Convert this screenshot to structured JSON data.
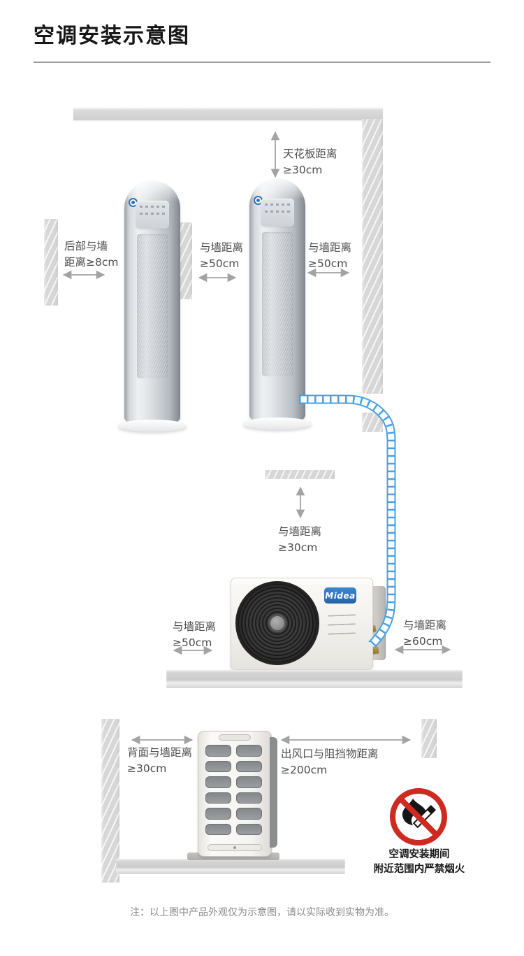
{
  "header": {
    "title": "空调安装示意图"
  },
  "diagram": {
    "brand_logo": "Midea",
    "indoor_section": {
      "ceiling_clearance": {
        "line1": "天花板距离",
        "line2": "≥30cm"
      },
      "rear_wall_clearance": {
        "line1": "后部与墙",
        "line2": "距离≥8cm"
      },
      "left_unit_clearance": {
        "line1": "与墙距离",
        "line2": "≥50cm"
      },
      "right_unit_clearance": {
        "line1": "与墙距离",
        "line2": "≥50cm"
      }
    },
    "outdoor_section": {
      "above_wall_clearance": {
        "line1": "与墙距离",
        "line2": "≥30cm"
      },
      "left_wall_clearance": {
        "line1": "与墙距离",
        "line2": "≥50cm"
      },
      "right_wall_clearance": {
        "line1": "与墙距离",
        "line2": "≥60cm"
      }
    },
    "topview_section": {
      "back_wall_clearance": {
        "line1": "背面与墙距离",
        "line2": "≥30cm"
      },
      "outlet_clearance": {
        "line1": "出风口与阻挡物距离",
        "line2": "≥200cm"
      }
    },
    "warning": {
      "line1": "空调安装期间",
      "line2": "附近范围内严禁烟火"
    }
  },
  "footer": {
    "note": "注：以上图中产品外观仅为示意图，请以实际收到实物为准。"
  },
  "colors": {
    "pipe_blue": "#47a1e5",
    "warning_red": "#cd2a21",
    "midea_blue": "#2d72b9",
    "wall_gray": "#d7d7d7",
    "label_text": "#4d4d4d",
    "arrow_gray": "#a3a3a3"
  }
}
